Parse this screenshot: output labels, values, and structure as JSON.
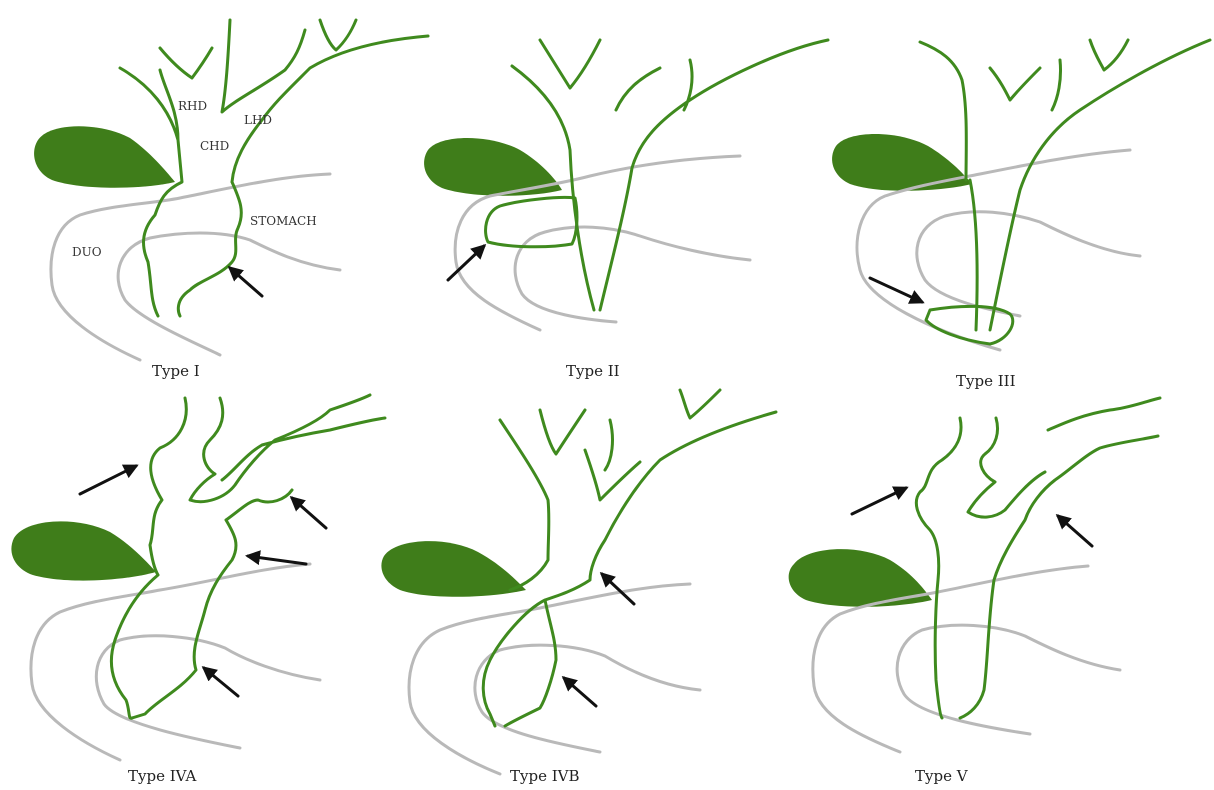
{
  "labels": {
    "rhd": "RHD",
    "lhd": "LHD",
    "chd": "CHD",
    "stomach": "STOMACH",
    "duo": "DUO"
  },
  "panels": [
    {
      "caption": "Type I"
    },
    {
      "caption": "Type II"
    },
    {
      "caption": "Type III"
    },
    {
      "caption": "Type IVA"
    },
    {
      "caption": "Type IVB"
    },
    {
      "caption": "Type V"
    }
  ],
  "colors": {
    "duct": "#3f8a1e",
    "gallbladder": "#3f7d1a",
    "gut_outline": "#b9b9b9",
    "arrow": "#111111"
  }
}
